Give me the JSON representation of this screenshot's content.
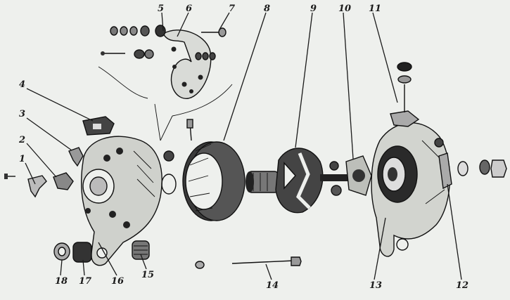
{
  "diagram": {
    "labels": [
      "1",
      "2",
      "3",
      "4",
      "5",
      "6",
      "7",
      "8",
      "9",
      "10",
      "11",
      "12",
      "13",
      "14",
      "15",
      "16",
      "17",
      "18"
    ]
  }
}
